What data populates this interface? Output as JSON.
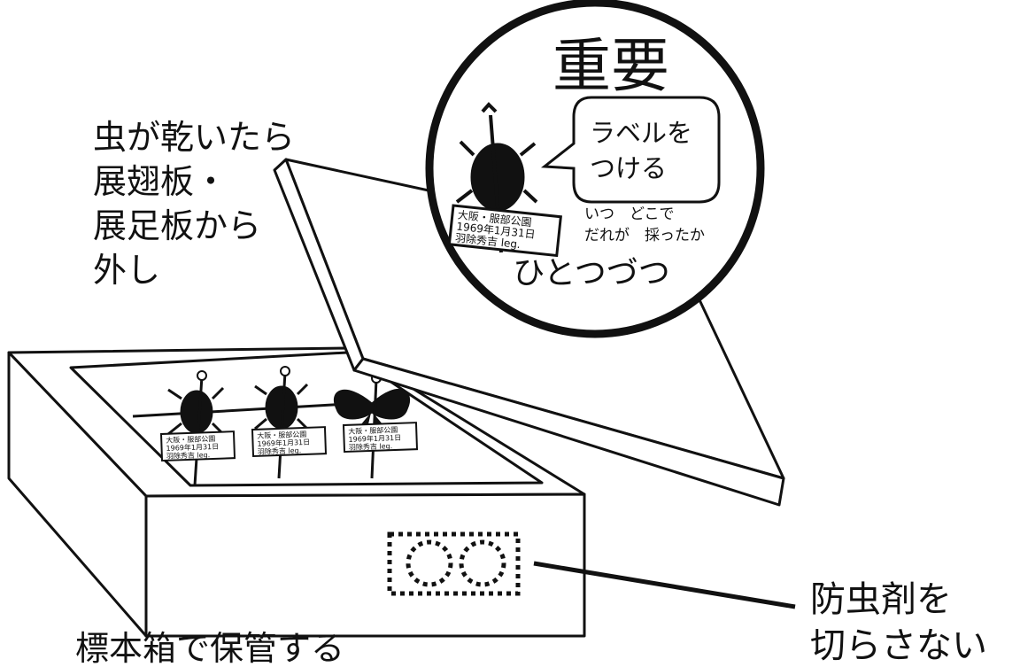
{
  "lens": {
    "title": "重要",
    "bubble_line1": "ラベルを",
    "bubble_line2": "つける",
    "note_line1": "いつ　どこで",
    "note_line2": "だれが　採ったか",
    "footer": "ひとつづつ"
  },
  "instruction": {
    "line1": "虫が乾いたら",
    "line2": "展翅板・",
    "line3": "展足板から",
    "line4": "外し"
  },
  "box_caption": "標本箱で保管する",
  "repellent": {
    "line1": "防虫剤を",
    "line2": "切らさない"
  },
  "specimen_label": {
    "line1": "大阪・服部公園",
    "line2": "1969年1月31日",
    "line3": "羽除秀吉 leg."
  },
  "colors": {
    "ink": "#111111",
    "background": "#ffffff"
  }
}
